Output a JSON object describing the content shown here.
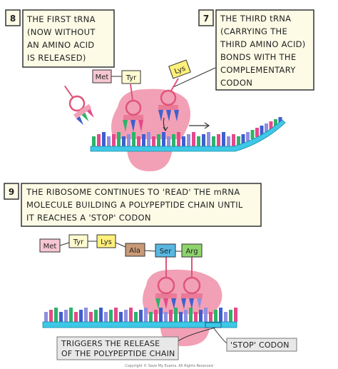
{
  "step8": {
    "number": "8",
    "lines": [
      "THE FIRST tRNA",
      "(NOW WITHOUT",
      "AN AMINO ACID",
      "IS RELEASED)"
    ]
  },
  "step7": {
    "number": "7",
    "lines": [
      "THE THIRD tRNA",
      "(CARRYING THE",
      "THIRD AMINO ACID)",
      "BONDS WITH THE",
      "COMPLEMENTARY",
      "CODON"
    ]
  },
  "step9": {
    "number": "9",
    "lines": [
      "THE RIBOSOME CONTINUES TO 'READ' THE mRNA",
      "MOLECULE BUILDING A POLYPEPTIDE CHAIN UNTIL",
      "IT REACHES A 'STOP' CODON"
    ]
  },
  "top_amino_acids": [
    "Met",
    "Tyr",
    "Lys"
  ],
  "bottom_chain": [
    "Met",
    "Tyr",
    "Lys",
    "Ala",
    "Ser",
    "Arg"
  ],
  "trigger_label": [
    "TRIGGERS THE RELEASE",
    "OF THE POLYPEPTIDE CHAIN"
  ],
  "stop_label": "'STOP' CODON",
  "copyright": "Copyright © Save My Exams. All Rights Reserved",
  "colors": {
    "box_fill": "#fdfbe6",
    "ribosome": "#f2a0b5",
    "mrna": "#3cc8e6",
    "trna_stem": "#e0557a",
    "met": "#f7c6d3",
    "tyr": "#fffbd0",
    "lys": "#fff07a",
    "ala": "#c99a77",
    "ser": "#58b7e2",
    "arg": "#8ed46d",
    "base_green": "#2db36a",
    "base_blue": "#3f5fcf",
    "base_pink": "#e44a8a",
    "base_purple": "#8f8fe0"
  }
}
